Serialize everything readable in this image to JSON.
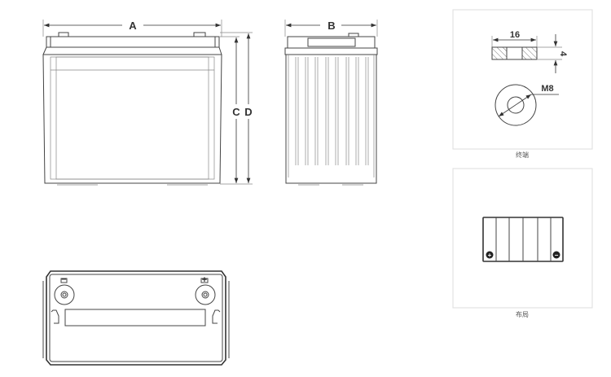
{
  "front_view": {
    "width_label": "A",
    "height_label_c": "C",
    "height_label_d": "D"
  },
  "side_view": {
    "depth_label": "B"
  },
  "top_view": {
    "negative_symbol": "−",
    "positive_symbol": "+"
  },
  "terminal_panel": {
    "caption": "终端",
    "width_dim": "16",
    "thickness_dim": "4",
    "thread_label": "M8"
  },
  "layout_panel": {
    "caption": "布局",
    "positive_symbol": "+",
    "negative_symbol": "−"
  }
}
